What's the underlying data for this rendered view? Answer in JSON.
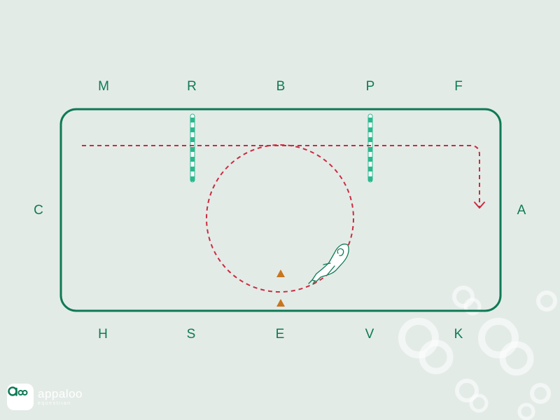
{
  "arena": {
    "letters": {
      "M": "M",
      "R": "R",
      "B": "B",
      "P": "P",
      "F": "F",
      "C": "C",
      "A": "A",
      "H": "H",
      "S": "S",
      "E": "E",
      "V": "V",
      "K": "K"
    },
    "colors": {
      "background": "#e3ebe7",
      "arena_border": "#0e7a55",
      "path": "#cc2b40",
      "poles": "#2bb88e",
      "cones": "#c8751f",
      "letters": "#0e7a55"
    },
    "icons": [
      "ground-pole-icon",
      "cone-icon",
      "horse-rider-icon"
    ]
  },
  "brand": {
    "name": "appaloo",
    "tagline": "equestrian"
  }
}
